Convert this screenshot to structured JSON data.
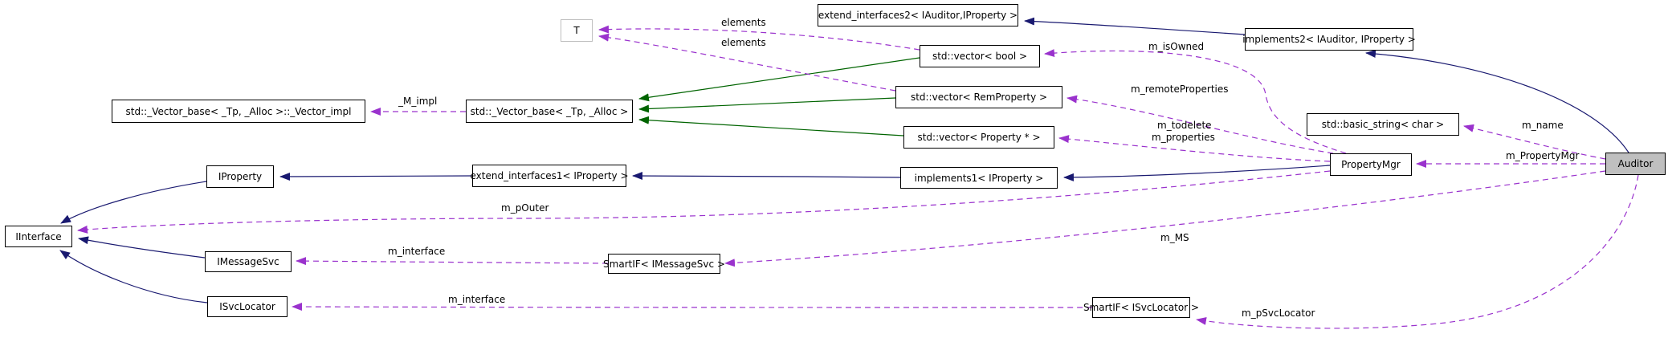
{
  "diagram": {
    "kind": "collaboration-graph",
    "colors": {
      "background": "#ffffff",
      "public_inheritance_edge": "#191970",
      "private_inheritance_edge": "#006400",
      "usage_edge": "#9a32cd",
      "node_border": "#000000",
      "template_node_border": "#bebebe",
      "current_node_fill": "#bfbfbf"
    },
    "nodes": [
      {
        "id": "t",
        "label": "T"
      },
      {
        "id": "extend_interfaces2",
        "label": "extend_interfaces2< IAuditor,IProperty >"
      },
      {
        "id": "implements2",
        "label": "implements2< IAuditor, IProperty >"
      },
      {
        "id": "vector_bool",
        "label": "std::vector< bool >"
      },
      {
        "id": "vector_impl",
        "label": "std::_Vector_base< _Tp, _Alloc >::_Vector_impl"
      },
      {
        "id": "vector_base",
        "label": "std::_Vector_base< _Tp, _Alloc >"
      },
      {
        "id": "vector_remproperty",
        "label": "std::vector< RemProperty >"
      },
      {
        "id": "vector_property_ptr",
        "label": "std::vector< Property * >"
      },
      {
        "id": "basic_string",
        "label": "std::basic_string< char >"
      },
      {
        "id": "propertymgr",
        "label": "PropertyMgr"
      },
      {
        "id": "auditor",
        "label": "Auditor"
      },
      {
        "id": "iproperty",
        "label": "IProperty"
      },
      {
        "id": "extend_interfaces1",
        "label": "extend_interfaces1< IProperty >"
      },
      {
        "id": "implements1",
        "label": "implements1< IProperty >"
      },
      {
        "id": "iinterface",
        "label": "IInterface"
      },
      {
        "id": "imessagesvc",
        "label": "IMessageSvc"
      },
      {
        "id": "isvclocator",
        "label": "ISvcLocator"
      },
      {
        "id": "smartif_imessagesvc",
        "label": "SmartIF< IMessageSvc >"
      },
      {
        "id": "smartif_isvclocator",
        "label": "SmartIF< ISvcLocator >"
      }
    ],
    "edge_labels": [
      {
        "text": "elements"
      },
      {
        "text": "elements"
      },
      {
        "text": "_M_impl"
      },
      {
        "text": "m_isOwned"
      },
      {
        "text": "m_remoteProperties"
      },
      {
        "text": "m_todelete"
      },
      {
        "text": "m_properties"
      },
      {
        "text": "m_name"
      },
      {
        "text": "m_PropertyMgr"
      },
      {
        "text": "m_pOuter"
      },
      {
        "text": "m_interface"
      },
      {
        "text": "m_MS"
      },
      {
        "text": "m_interface"
      },
      {
        "text": "m_pSvcLocator"
      }
    ],
    "edges": [
      {
        "from": "implements2< IAuditor, IProperty >",
        "to": "extend_interfaces2< IAuditor,IProperty >",
        "type": "public-inheritance"
      },
      {
        "from": "Auditor",
        "to": "implements2< IAuditor, IProperty >",
        "type": "public-inheritance"
      },
      {
        "from": "PropertyMgr",
        "to": "implements1< IProperty >",
        "type": "public-inheritance"
      },
      {
        "from": "implements1< IProperty >",
        "to": "extend_interfaces1< IProperty >",
        "type": "public-inheritance"
      },
      {
        "from": "extend_interfaces1< IProperty >",
        "to": "IProperty",
        "type": "public-inheritance"
      },
      {
        "from": "IProperty",
        "to": "IInterface",
        "type": "public-inheritance"
      },
      {
        "from": "IMessageSvc",
        "to": "IInterface",
        "type": "public-inheritance"
      },
      {
        "from": "ISvcLocator",
        "to": "IInterface",
        "type": "public-inheritance"
      },
      {
        "from": "std::vector< bool >",
        "to": "std::_Vector_base< _Tp, _Alloc >",
        "type": "private-inheritance"
      },
      {
        "from": "std::vector< RemProperty >",
        "to": "std::_Vector_base< _Tp, _Alloc >",
        "type": "private-inheritance"
      },
      {
        "from": "std::vector< Property * >",
        "to": "std::_Vector_base< _Tp, _Alloc >",
        "type": "private-inheritance"
      },
      {
        "from": "std::vector< bool >",
        "to": "T",
        "label": "elements",
        "type": "usage"
      },
      {
        "from": "std::vector< RemProperty >",
        "to": "T",
        "label": "elements",
        "type": "usage"
      },
      {
        "from": "std::_Vector_base< _Tp, _Alloc >",
        "to": "std::_Vector_base< _Tp, _Alloc >::_Vector_impl",
        "label": "_M_impl",
        "type": "usage"
      },
      {
        "from": "PropertyMgr",
        "to": "std::vector< bool >",
        "label": "m_isOwned",
        "type": "usage"
      },
      {
        "from": "PropertyMgr",
        "to": "std::vector< RemProperty >",
        "label": "m_remoteProperties",
        "type": "usage"
      },
      {
        "from": "PropertyMgr",
        "to": "std::vector< Property * >",
        "label": "m_todelete m_properties",
        "type": "usage"
      },
      {
        "from": "Auditor",
        "to": "std::basic_string< char >",
        "label": "m_name",
        "type": "usage"
      },
      {
        "from": "Auditor",
        "to": "PropertyMgr",
        "label": "m_PropertyMgr",
        "type": "usage"
      },
      {
        "from": "PropertyMgr",
        "to": "IInterface",
        "label": "m_pOuter",
        "type": "usage"
      },
      {
        "from": "SmartIF< IMessageSvc >",
        "to": "IMessageSvc",
        "label": "m_interface",
        "type": "usage"
      },
      {
        "from": "Auditor",
        "to": "SmartIF< IMessageSvc >",
        "label": "m_MS",
        "type": "usage"
      },
      {
        "from": "SmartIF< ISvcLocator >",
        "to": "ISvcLocator",
        "label": "m_interface",
        "type": "usage"
      },
      {
        "from": "Auditor",
        "to": "SmartIF< ISvcLocator >",
        "label": "m_pSvcLocator",
        "type": "usage"
      }
    ]
  }
}
